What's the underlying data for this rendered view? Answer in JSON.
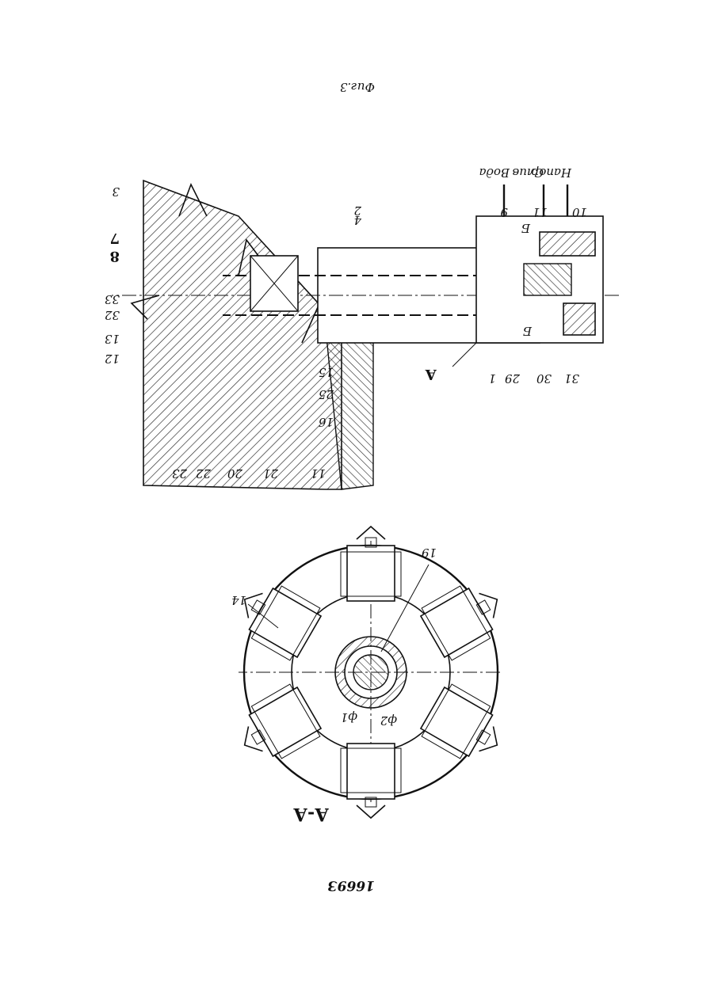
{
  "figure": {
    "title": "Фиг.3",
    "doc_number": "1669З",
    "section_marker": "А",
    "section_title": "А-А",
    "phi1": "ф1",
    "phi2": "ф2"
  },
  "flow_labels": {
    "water": "Вода",
    "drain": "Слив",
    "pressure": "Напор",
    "b_left": "Б",
    "b_right": "Б"
  },
  "callouts": {
    "c1": "1",
    "c2": "2",
    "c3": "3",
    "c4": "4",
    "c7": "7",
    "c8": "8",
    "c9": "9",
    "c10": "10",
    "c11": "11",
    "c12": "12",
    "c13": "13",
    "c14": "14",
    "c15": "15",
    "c16": "16",
    "c19": "19",
    "c20": "20",
    "c21": "21",
    "c22": "22",
    "c23": "23",
    "c25": "25",
    "c29": "29",
    "c30": "30",
    "c31": "31",
    "c32": "32",
    "c33": "33",
    "cI1": "11"
  }
}
